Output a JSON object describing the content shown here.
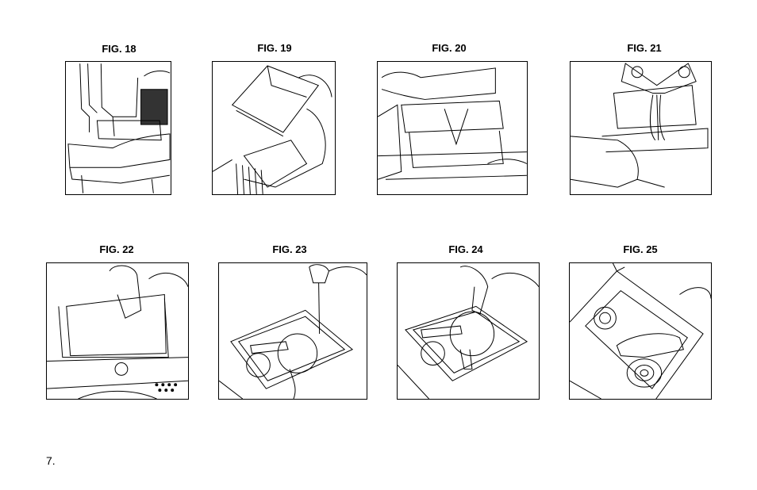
{
  "figures": [
    {
      "label": "FIG. 18",
      "illustration": "hopper-removal-illustration"
    },
    {
      "label": "FIG. 19",
      "illustration": "bean-pouring-illustration"
    },
    {
      "label": "FIG. 20",
      "illustration": "lid-insertion-illustration"
    },
    {
      "label": "FIG. 21",
      "illustration": "water-tank-illustration"
    },
    {
      "label": "FIG. 22",
      "illustration": "filter-handling-illustration"
    },
    {
      "label": "FIG. 23",
      "illustration": "screwdriver-illustration"
    },
    {
      "label": "FIG. 24",
      "illustration": "plate-removal-illustration"
    },
    {
      "label": "FIG. 25",
      "illustration": "brewing-unit-cleaning-illustration"
    }
  ],
  "page_number": "7."
}
